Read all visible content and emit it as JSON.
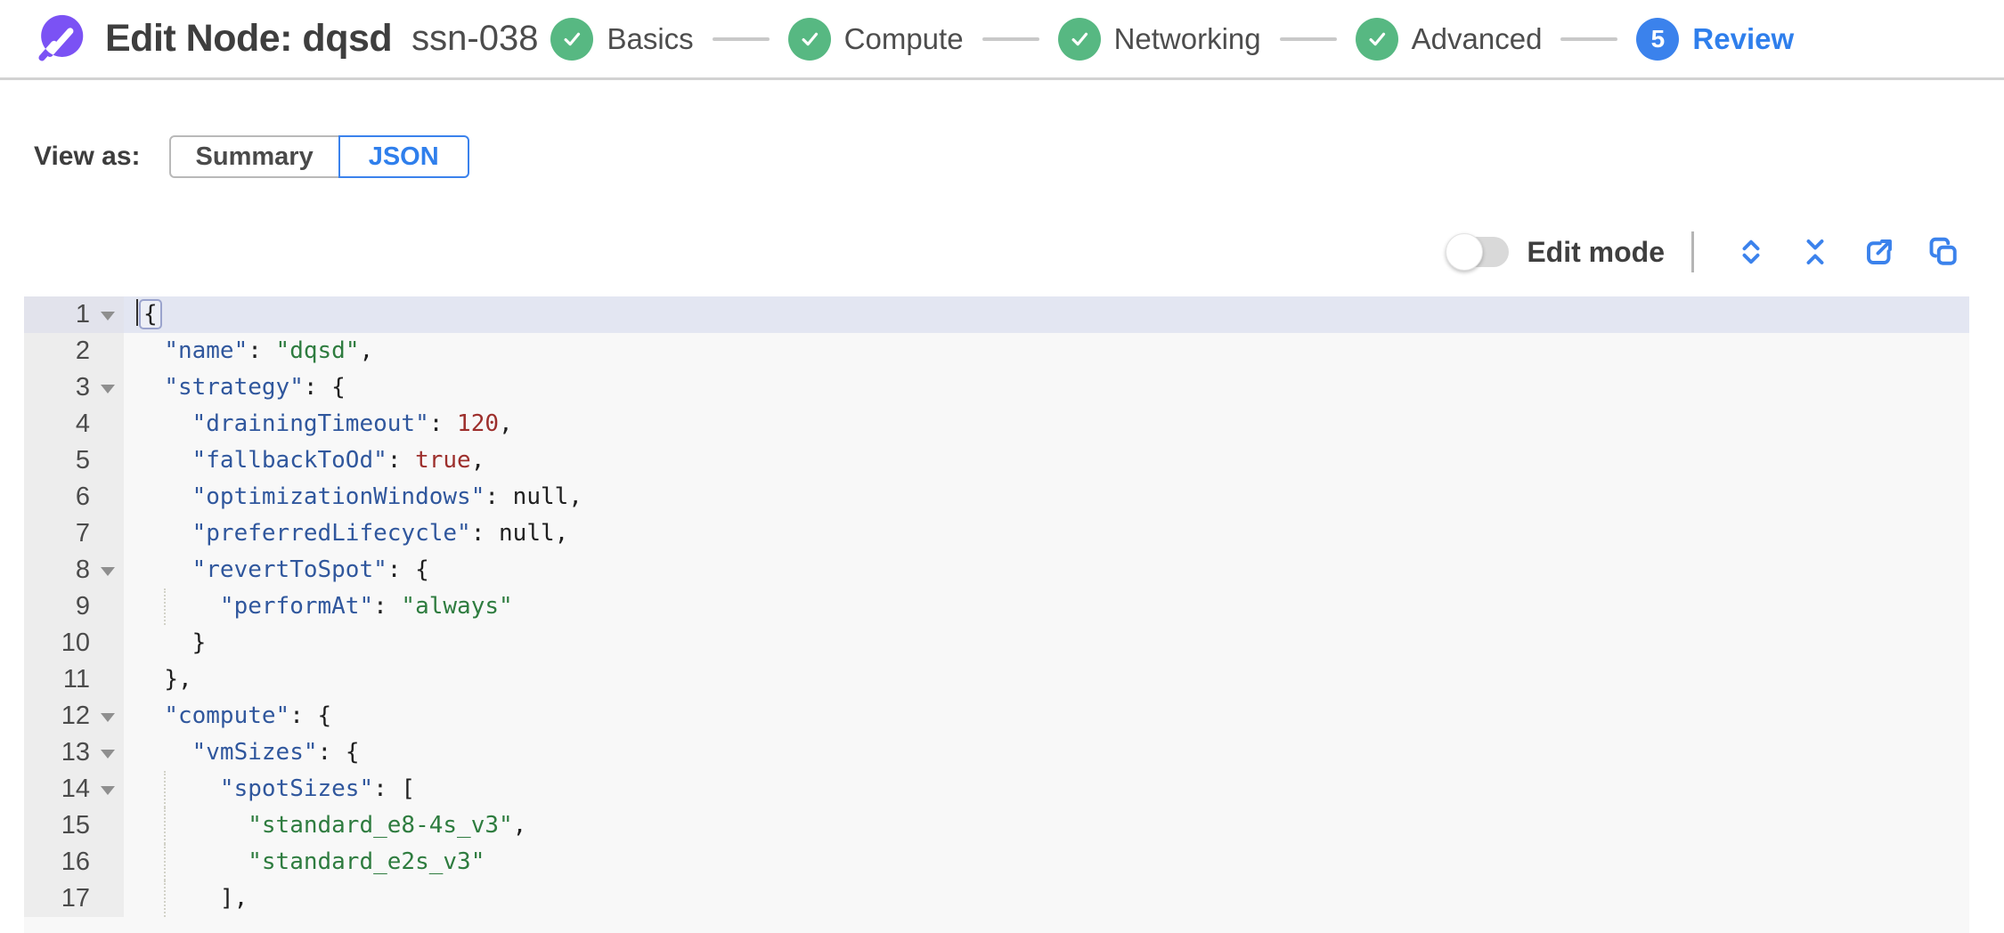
{
  "header": {
    "title": "Edit Node: dqsd",
    "subtitle": "ssn-038"
  },
  "stepper": {
    "steps": [
      {
        "label": "Basics",
        "state": "complete"
      },
      {
        "label": "Compute",
        "state": "complete"
      },
      {
        "label": "Networking",
        "state": "complete"
      },
      {
        "label": "Advanced",
        "state": "complete"
      },
      {
        "label": "Review",
        "state": "current",
        "number": "5"
      }
    ]
  },
  "view_as": {
    "label": "View as:",
    "options": [
      {
        "label": "Summary",
        "selected": false
      },
      {
        "label": "JSON",
        "selected": true
      }
    ]
  },
  "toolbar": {
    "edit_mode_label": "Edit mode",
    "edit_mode_on": false,
    "icons": [
      {
        "name": "expand-all-icon"
      },
      {
        "name": "collapse-all-icon"
      },
      {
        "name": "export-icon"
      },
      {
        "name": "copy-icon"
      }
    ]
  },
  "colors": {
    "brand_purple": "#7b52f4",
    "success_green": "#57b882",
    "accent_blue": "#3b82ec",
    "syntax_key": "#30579d",
    "syntax_string": "#2e7c3f",
    "syntax_number": "#9d2f2c",
    "editor_bg": "#f8f8f8",
    "gutter_bg": "#ededed",
    "active_line_bg": "#e3e6f2"
  },
  "editor": {
    "lines": [
      {
        "n": 1,
        "fold": true,
        "active": true,
        "cursor": true,
        "tokens": [
          {
            "t": "brace-hl",
            "v": "{"
          }
        ]
      },
      {
        "n": 2,
        "tokens": [
          {
            "t": "txt",
            "v": "  "
          },
          {
            "t": "key",
            "v": "\"name\""
          },
          {
            "t": "pun",
            "v": ": "
          },
          {
            "t": "str",
            "v": "\"dqsd\""
          },
          {
            "t": "pun",
            "v": ","
          }
        ]
      },
      {
        "n": 3,
        "fold": true,
        "tokens": [
          {
            "t": "txt",
            "v": "  "
          },
          {
            "t": "key",
            "v": "\"strategy\""
          },
          {
            "t": "pun",
            "v": ": {"
          }
        ]
      },
      {
        "n": 4,
        "tokens": [
          {
            "t": "txt",
            "v": "    "
          },
          {
            "t": "key",
            "v": "\"drainingTimeout\""
          },
          {
            "t": "pun",
            "v": ": "
          },
          {
            "t": "num",
            "v": "120"
          },
          {
            "t": "pun",
            "v": ","
          }
        ]
      },
      {
        "n": 5,
        "tokens": [
          {
            "t": "txt",
            "v": "    "
          },
          {
            "t": "key",
            "v": "\"fallbackToOd\""
          },
          {
            "t": "pun",
            "v": ": "
          },
          {
            "t": "num",
            "v": "true"
          },
          {
            "t": "pun",
            "v": ","
          }
        ]
      },
      {
        "n": 6,
        "tokens": [
          {
            "t": "txt",
            "v": "    "
          },
          {
            "t": "key",
            "v": "\"optimizationWindows\""
          },
          {
            "t": "pun",
            "v": ": "
          },
          {
            "t": "nul",
            "v": "null"
          },
          {
            "t": "pun",
            "v": ","
          }
        ]
      },
      {
        "n": 7,
        "tokens": [
          {
            "t": "txt",
            "v": "    "
          },
          {
            "t": "key",
            "v": "\"preferredLifecycle\""
          },
          {
            "t": "pun",
            "v": ": "
          },
          {
            "t": "nul",
            "v": "null"
          },
          {
            "t": "pun",
            "v": ","
          }
        ]
      },
      {
        "n": 8,
        "fold": true,
        "tokens": [
          {
            "t": "txt",
            "v": "    "
          },
          {
            "t": "key",
            "v": "\"revertToSpot\""
          },
          {
            "t": "pun",
            "v": ": {"
          }
        ]
      },
      {
        "n": 9,
        "guides": [
          2
        ],
        "tokens": [
          {
            "t": "txt",
            "v": "      "
          },
          {
            "t": "key",
            "v": "\"performAt\""
          },
          {
            "t": "pun",
            "v": ": "
          },
          {
            "t": "str",
            "v": "\"always\""
          }
        ]
      },
      {
        "n": 10,
        "tokens": [
          {
            "t": "txt",
            "v": "    "
          },
          {
            "t": "pun",
            "v": "}"
          }
        ]
      },
      {
        "n": 11,
        "tokens": [
          {
            "t": "txt",
            "v": "  "
          },
          {
            "t": "pun",
            "v": "},"
          }
        ]
      },
      {
        "n": 12,
        "fold": true,
        "tokens": [
          {
            "t": "txt",
            "v": "  "
          },
          {
            "t": "key",
            "v": "\"compute\""
          },
          {
            "t": "pun",
            "v": ": {"
          }
        ]
      },
      {
        "n": 13,
        "fold": true,
        "tokens": [
          {
            "t": "txt",
            "v": "    "
          },
          {
            "t": "key",
            "v": "\"vmSizes\""
          },
          {
            "t": "pun",
            "v": ": {"
          }
        ]
      },
      {
        "n": 14,
        "fold": true,
        "guides": [
          2
        ],
        "tokens": [
          {
            "t": "txt",
            "v": "      "
          },
          {
            "t": "key",
            "v": "\"spotSizes\""
          },
          {
            "t": "pun",
            "v": ": ["
          }
        ]
      },
      {
        "n": 15,
        "guides": [
          2
        ],
        "tokens": [
          {
            "t": "txt",
            "v": "        "
          },
          {
            "t": "str",
            "v": "\"standard_e8-4s_v3\""
          },
          {
            "t": "pun",
            "v": ","
          }
        ]
      },
      {
        "n": 16,
        "guides": [
          2
        ],
        "tokens": [
          {
            "t": "txt",
            "v": "        "
          },
          {
            "t": "str",
            "v": "\"standard_e2s_v3\""
          }
        ]
      },
      {
        "n": 17,
        "guides": [
          2
        ],
        "tokens": [
          {
            "t": "txt",
            "v": "      "
          },
          {
            "t": "pun",
            "v": "],"
          }
        ]
      }
    ]
  }
}
